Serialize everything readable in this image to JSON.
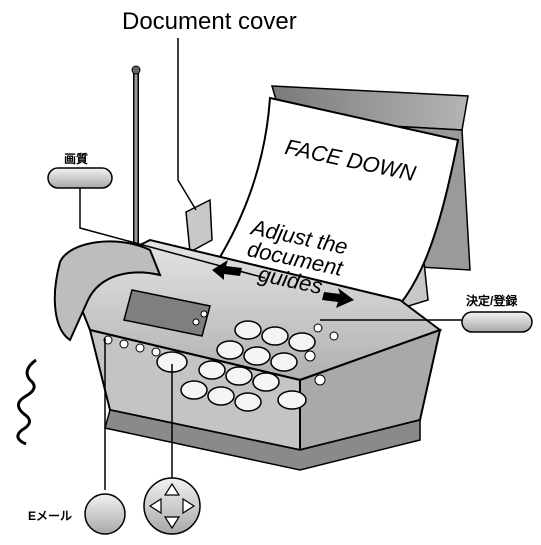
{
  "labels": {
    "document_cover": "Document cover",
    "face_down": "FACE DOWN",
    "guides_line1": "Adjust the",
    "guides_line2": "document",
    "guides_line3": "guides",
    "quality_button": "画質",
    "set_register_button": "決定/登録",
    "email_button": "Eメール"
  },
  "icons": {
    "navigator": "navigator-pad-icon",
    "arrows": "double-arrow-icon"
  },
  "colors": {
    "body_gray": "#d4d4d4",
    "dark_gray": "#8a8a8a",
    "button_gray": "#cfcfcf",
    "paper": "#ffffff",
    "outline": "#000000"
  }
}
